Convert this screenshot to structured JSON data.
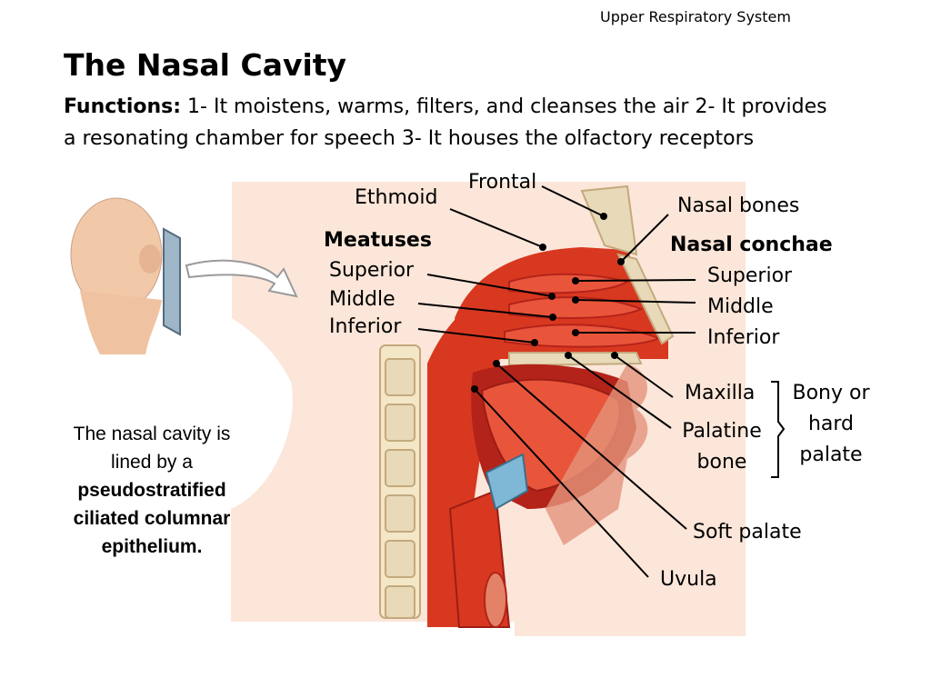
{
  "header": "Upper Respiratory System",
  "title": "The Nasal Cavity",
  "functions": {
    "label": "Functions:",
    "line1": " 1- It moistens, warms, filters, and cleanses the air  2- It provides",
    "line2": "a resonating chamber for speech  3- It houses the olfactory receptors"
  },
  "lining": {
    "line1": "The nasal cavity is",
    "line2": "lined by a",
    "bold1": "pseudostratified",
    "bold2": "ciliated columnar",
    "bold3": "epithelium."
  },
  "labels": {
    "frontal": "Frontal",
    "ethmoid": "Ethmoid",
    "nasal_bones": "Nasal bones",
    "meatuses": "Meatuses",
    "meatus_superior": "Superior",
    "meatus_middle": "Middle",
    "meatus_inferior": "Inferior",
    "nasal_conchae": "Nasal conchae",
    "concha_superior": "Superior",
    "concha_middle": "Middle",
    "concha_inferior": "Inferior",
    "maxilla": "Maxilla",
    "palatine_1": "Palatine",
    "palatine_2": "bone",
    "bony_1": "Bony or",
    "bony_2": "hard",
    "bony_3": "palate",
    "soft_palate": "Soft palate",
    "uvula": "Uvula"
  },
  "colors": {
    "tissue_red": "#d8381f",
    "tissue_dark": "#b3231a",
    "skin_bg": "#fbe6d9",
    "bone": "#e8d9b8",
    "bone_dark": "#c4a97d",
    "leader_line": "#000000"
  }
}
